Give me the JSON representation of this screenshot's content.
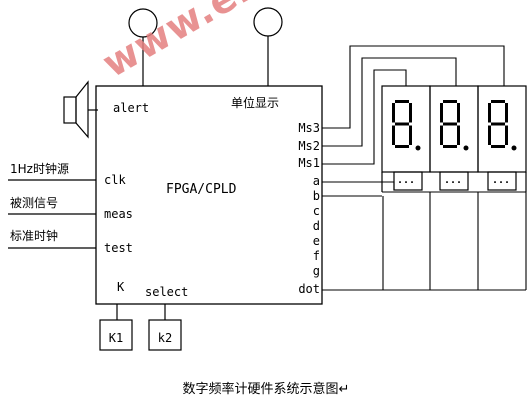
{
  "diagram": {
    "chip_label": "FPGA/CPLD",
    "unit_display_label": "单位显示",
    "watermark": "www.elecfans.com",
    "inputs": [
      {
        "source": "1Hz时钟源",
        "pin": "clk"
      },
      {
        "source": "被测信号",
        "pin": "meas"
      },
      {
        "source": "标准时钟",
        "pin": "test"
      }
    ],
    "top_pins": {
      "alert": "alert",
      "k": "K",
      "select": "select"
    },
    "right_pins": [
      "Ms3",
      "Ms2",
      "Ms1",
      "a",
      "b",
      "c",
      "d",
      "e",
      "f",
      "g",
      "dot"
    ],
    "buttons": [
      "K1",
      "k2"
    ],
    "display_dots": "...",
    "caption": "数字频率计硬件系统示意图↵"
  }
}
